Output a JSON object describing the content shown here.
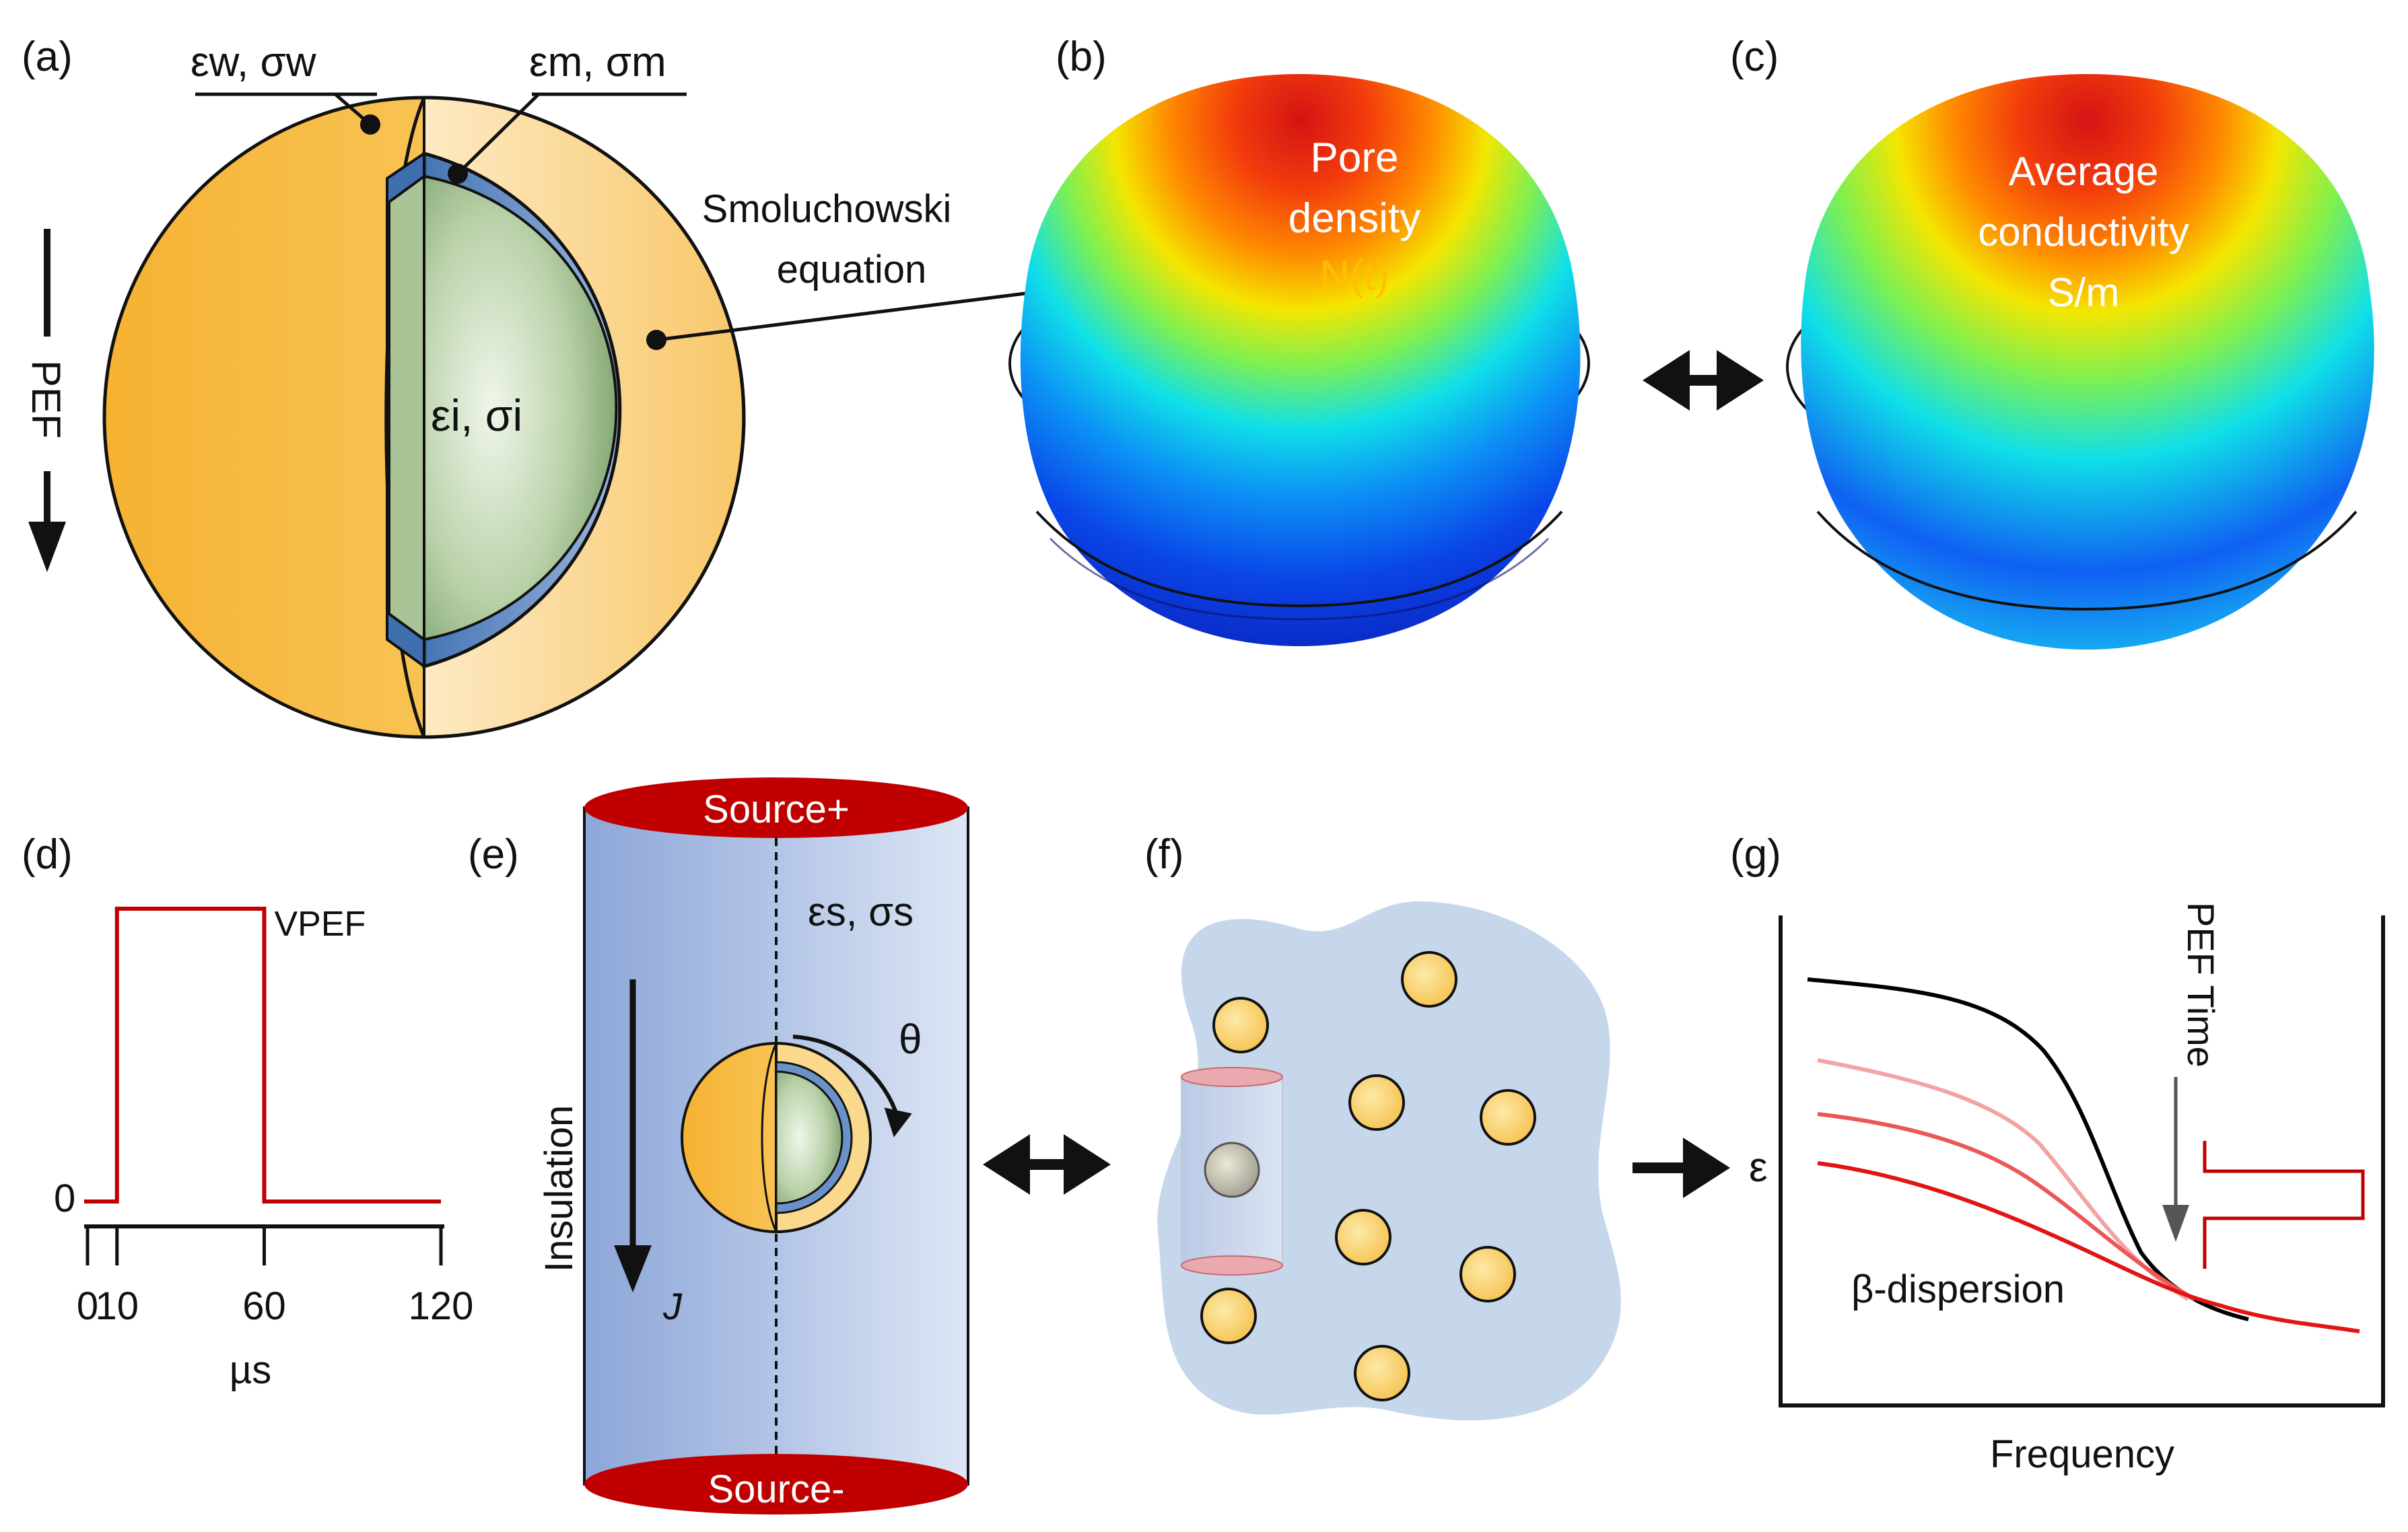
{
  "panels": {
    "a": {
      "label": "(a)",
      "outer_props": "εw, σw",
      "membrane_props": "εm, σm",
      "inner_props": "εi, σi",
      "field_label": "PEF",
      "link_label_line1": "Smoluchowski",
      "link_label_line2": "equation"
    },
    "b": {
      "label": "(b)",
      "line1": "Pore",
      "line2": "density",
      "line3": "N(t)"
    },
    "c": {
      "label": "(c)",
      "line1": "Average",
      "line2": "conductivity",
      "line3": "S/m"
    },
    "d": {
      "label": "(d)",
      "pulse_label": "VPEF",
      "zero_label": "0",
      "unit": "µs",
      "pulse_ticks": [
        0,
        10,
        60,
        120
      ],
      "pulse_start": 10,
      "pulse_end": 60,
      "time_max": 120
    },
    "e": {
      "label": "(e)",
      "top_source": "Source+",
      "bottom_source": "Source-",
      "medium_props": "εs, σs",
      "angle": "θ",
      "side_label": "Insulation",
      "current": "J"
    },
    "f": {
      "label": "(f)"
    },
    "g": {
      "label": "(g)",
      "y_label": "ε",
      "x_label": "Frequency",
      "time_label": "PEF Time",
      "dispersion": "β-dispersion"
    }
  },
  "colors": {
    "outer_shell": "#f5b93b",
    "membrane": "#3a6fb0",
    "cytoplasm": "#7fa56c",
    "pulse": "#c00000",
    "source_caps": "#c00000",
    "cylinder": "#a9bfe3",
    "tissue": "#c6d7ec"
  }
}
